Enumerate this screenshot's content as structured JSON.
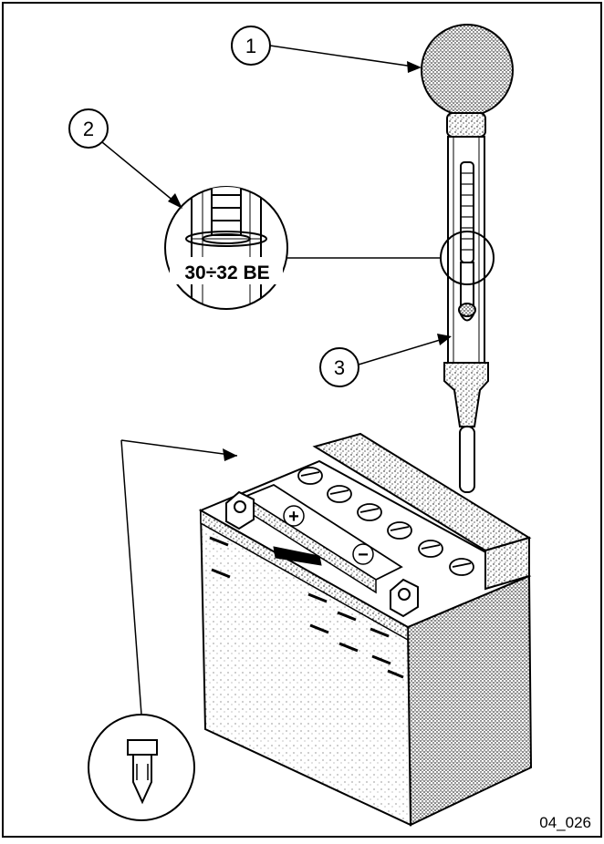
{
  "callouts": {
    "one": "1",
    "two": "2",
    "three": "3"
  },
  "detail_label": "30÷32 BE",
  "figure_code": "04_026",
  "battery": {
    "positive_symbol": "+",
    "negative_symbol": "−"
  },
  "colors": {
    "ink": "#000000",
    "paper": "#ffffff",
    "stipple": "#555555"
  }
}
